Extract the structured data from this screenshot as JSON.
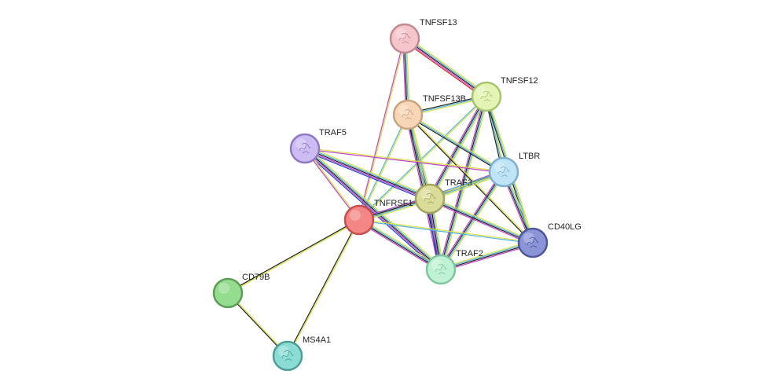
{
  "network": {
    "nodes": [
      {
        "id": "TNFSF13",
        "label": "TNFSF13",
        "color": "#f4c6cc",
        "border": "#c08a92",
        "icon": "protein-structure-icon"
      },
      {
        "id": "TNFSF12",
        "label": "TNFSF12",
        "color": "#e4f4b4",
        "border": "#a6c46e",
        "icon": "protein-structure-icon"
      },
      {
        "id": "TNFSF13B",
        "label": "TNFSF13B",
        "color": "#f6d6b6",
        "border": "#c8a47e",
        "icon": "protein-structure-icon"
      },
      {
        "id": "TRAF5",
        "label": "TRAF5",
        "color": "#cdbbf4",
        "border": "#8e78c4",
        "icon": "protein-structure-icon"
      },
      {
        "id": "LTBR",
        "label": "LTBR",
        "color": "#bfe4f6",
        "border": "#7eaed0",
        "icon": "protein-structure-icon"
      },
      {
        "id": "TRAF3",
        "label": "TRAF3",
        "color": "#dadc9a",
        "border": "#a4a45e",
        "icon": "protein-structure-icon"
      },
      {
        "id": "TNFRSF1",
        "label": "TNFRSF1",
        "color": "#f48686",
        "border": "#c84e4e",
        "icon": ""
      },
      {
        "id": "CD40LG",
        "label": "CD40LG",
        "color": "#8a94d6",
        "border": "#4e5898",
        "icon": "protein-structure-icon"
      },
      {
        "id": "TRAF2",
        "label": "TRAF2",
        "color": "#bff2d4",
        "border": "#7ec69e",
        "icon": "protein-structure-icon"
      },
      {
        "id": "CD79B",
        "label": "CD79B",
        "color": "#94dc8e",
        "border": "#5c9e56",
        "icon": ""
      },
      {
        "id": "MS4A1",
        "label": "MS4A1",
        "color": "#8adcd4",
        "border": "#4e9e96",
        "icon": "protein-structure-icon"
      }
    ],
    "edges": [
      {
        "a": "TNFSF13",
        "b": "TNFSF12",
        "colors": [
          "#d8e040",
          "#50b4e0",
          "#202020",
          "#c040c8",
          "#e02020"
        ]
      },
      {
        "a": "TNFSF13",
        "b": "TNFSF13B",
        "colors": [
          "#d8e040",
          "#50b4e0",
          "#202020",
          "#c040c8"
        ]
      },
      {
        "a": "TNFSF13",
        "b": "TNFRSF1",
        "colors": [
          "#d8e040",
          "#c040c8"
        ]
      },
      {
        "a": "TNFSF12",
        "b": "TNFSF13B",
        "colors": [
          "#d8e040",
          "#50b4e0",
          "#202020"
        ]
      },
      {
        "a": "TNFSF12",
        "b": "TRAF3",
        "colors": [
          "#d8e040",
          "#50b4e0",
          "#202020",
          "#c040c8"
        ]
      },
      {
        "a": "TNFSF12",
        "b": "TRAF2",
        "colors": [
          "#d8e040",
          "#50b4e0",
          "#202020",
          "#c040c8"
        ]
      },
      {
        "a": "TNFSF12",
        "b": "LTBR",
        "colors": [
          "#d8e040",
          "#50b4e0",
          "#202020"
        ]
      },
      {
        "a": "TNFSF12",
        "b": "CD40LG",
        "colors": [
          "#d8e040",
          "#50b4e0",
          "#202020"
        ]
      },
      {
        "a": "TNFSF12",
        "b": "TNFRSF1",
        "colors": [
          "#d8e040",
          "#50b4e0"
        ]
      },
      {
        "a": "TNFSF13B",
        "b": "TRAF3",
        "colors": [
          "#d8e040",
          "#50b4e0",
          "#202020",
          "#c040c8"
        ]
      },
      {
        "a": "TNFSF13B",
        "b": "TRAF2",
        "colors": [
          "#d8e040",
          "#50b4e0",
          "#202020",
          "#c040c8"
        ]
      },
      {
        "a": "TNFSF13B",
        "b": "LTBR",
        "colors": [
          "#d8e040",
          "#50b4e0",
          "#202020"
        ]
      },
      {
        "a": "TNFSF13B",
        "b": "CD40LG",
        "colors": [
          "#d8e040",
          "#202020"
        ]
      },
      {
        "a": "TNFSF13B",
        "b": "TNFRSF1",
        "colors": [
          "#d8e040",
          "#50b4e0"
        ]
      },
      {
        "a": "TRAF5",
        "b": "TRAF3",
        "colors": [
          "#d8e040",
          "#50b4e0",
          "#202020",
          "#c040c8",
          "#2040d0"
        ]
      },
      {
        "a": "TRAF5",
        "b": "TRAF2",
        "colors": [
          "#d8e040",
          "#50b4e0",
          "#202020",
          "#c040c8",
          "#2040d0"
        ]
      },
      {
        "a": "TRAF5",
        "b": "LTBR",
        "colors": [
          "#d8e040",
          "#c040c8"
        ]
      },
      {
        "a": "TRAF5",
        "b": "TNFRSF1",
        "colors": [
          "#d8e040",
          "#c040c8"
        ]
      },
      {
        "a": "LTBR",
        "b": "TRAF3",
        "colors": [
          "#d8e040",
          "#50b4e0",
          "#202020",
          "#c040c8"
        ]
      },
      {
        "a": "LTBR",
        "b": "TRAF2",
        "colors": [
          "#d8e040",
          "#50b4e0",
          "#202020",
          "#c040c8"
        ]
      },
      {
        "a": "LTBR",
        "b": "CD40LG",
        "colors": [
          "#d8e040",
          "#50b4e0",
          "#202020",
          "#c040c8"
        ]
      },
      {
        "a": "LTBR",
        "b": "TNFRSF1",
        "colors": [
          "#d8e040",
          "#50b4e0"
        ]
      },
      {
        "a": "TRAF3",
        "b": "TRAF2",
        "colors": [
          "#d8e040",
          "#50b4e0",
          "#202020",
          "#c040c8",
          "#2040d0"
        ]
      },
      {
        "a": "TRAF3",
        "b": "CD40LG",
        "colors": [
          "#d8e040",
          "#50b4e0",
          "#202020",
          "#c040c8"
        ]
      },
      {
        "a": "TRAF3",
        "b": "TNFRSF1",
        "colors": [
          "#d8e040",
          "#50b4e0",
          "#202020",
          "#c040c8"
        ]
      },
      {
        "a": "TNFRSF1",
        "b": "TRAF2",
        "colors": [
          "#d8e040",
          "#50b4e0",
          "#202020",
          "#c040c8"
        ]
      },
      {
        "a": "TNFRSF1",
        "b": "CD40LG",
        "colors": [
          "#d8e040",
          "#50b4e0"
        ]
      },
      {
        "a": "TRAF2",
        "b": "CD40LG",
        "colors": [
          "#d8e040",
          "#50b4e0",
          "#202020",
          "#c040c8"
        ]
      },
      {
        "a": "TNFRSF1",
        "b": "CD79B",
        "colors": [
          "#d8e040",
          "#202020"
        ]
      },
      {
        "a": "TNFRSF1",
        "b": "MS4A1",
        "colors": [
          "#d8e040",
          "#202020"
        ]
      },
      {
        "a": "CD79B",
        "b": "MS4A1",
        "colors": [
          "#d8e040",
          "#202020"
        ]
      }
    ]
  }
}
